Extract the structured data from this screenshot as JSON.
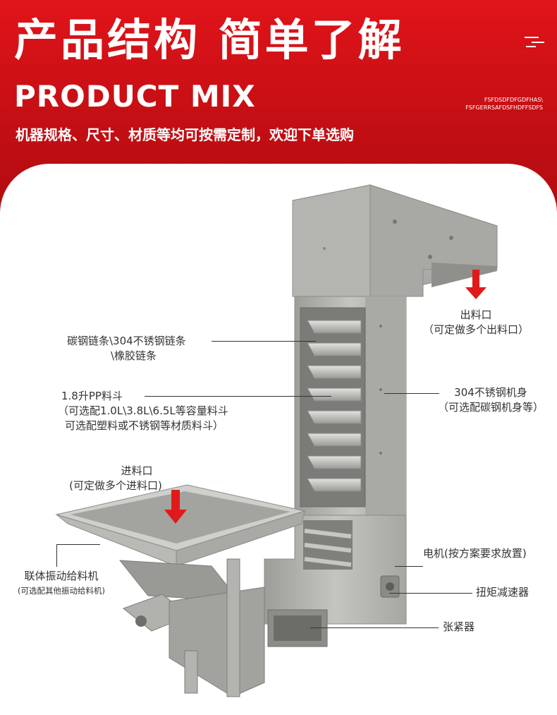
{
  "header": {
    "title_cn": "产品结构 简单了解",
    "title_en": "PRODUCT MIX",
    "subtitle": "机器规格、尺寸、材质等均可按需定制，欢迎下单选购",
    "deco_line1": "FSFDSDFDFGDFHAS\\",
    "deco_line2": "FSFGERRSAFDSFHDFFSDFS",
    "menu_icon": "menu-lines-icon"
  },
  "labels": {
    "outlet_title": "出料口",
    "outlet_note": "（可定做多个出料口）",
    "chain_line1": "碳钢链条\\304不锈钢链条",
    "chain_line2": "\\橡胶链条",
    "bucket_line1": "1.8升PP料斗",
    "bucket_line2": "（可选配1.0L\\3.8L\\6.5L等容量料斗",
    "bucket_line3": "可选配塑料或不锈钢等材质料斗）",
    "body_line1": "304不锈钢机身",
    "body_line2": "（可选配碳钢机身等）",
    "inlet_title": "进料口",
    "inlet_note": "(可定做多个进料口)",
    "feeder_line1": "联体振动给料机",
    "feeder_line2": "(可选配其他振动给料机)",
    "motor": "电机(按方案要求放置)",
    "reducer": "扭矩减速器",
    "tensioner": "张紧器"
  },
  "colors": {
    "header_red": "#d0121a",
    "arrow_red": "#e01a1a",
    "steel": "#b7b7b3"
  },
  "icons": [
    "arrow-down-icon",
    "menu-lines-icon"
  ]
}
